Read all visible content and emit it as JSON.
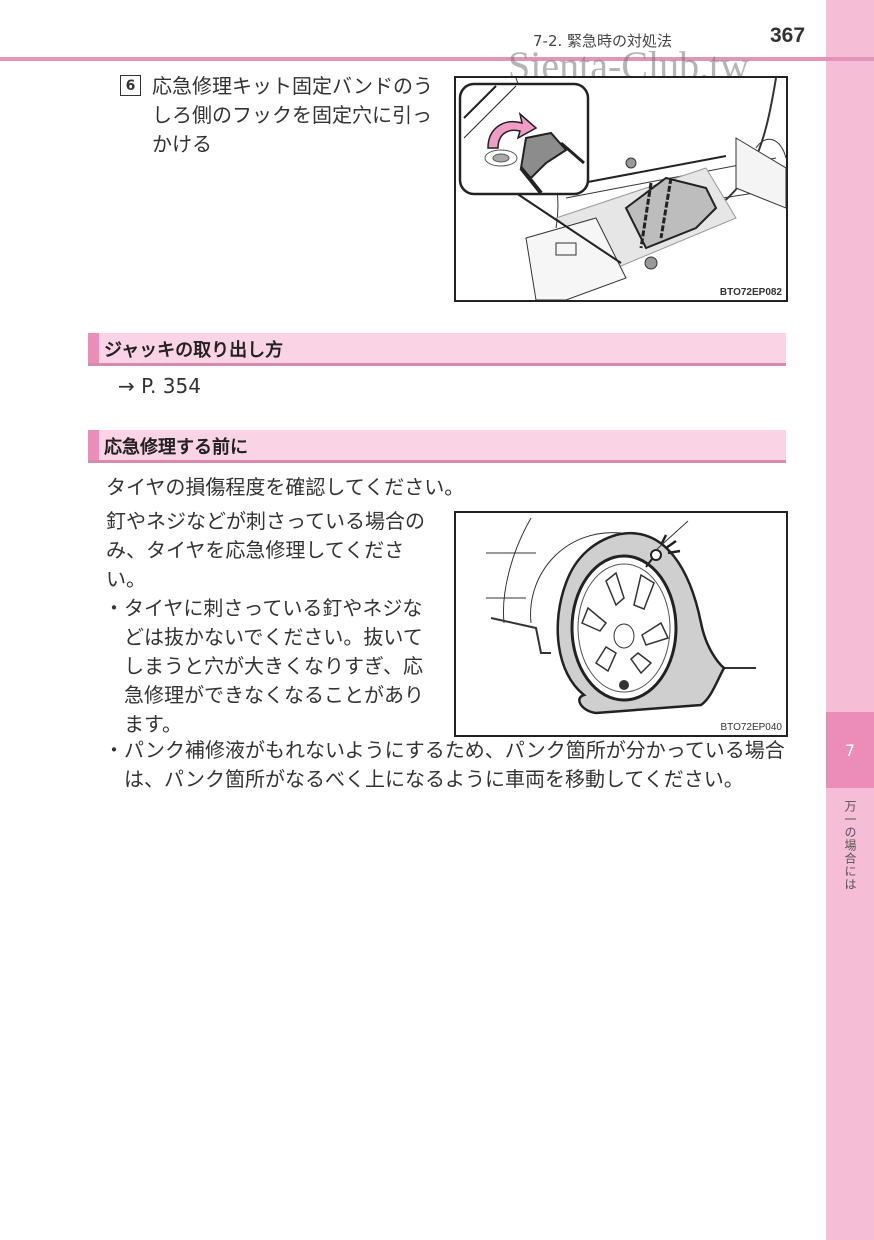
{
  "header": {
    "section": "7-2. 緊急時の対処法",
    "page_number": "367",
    "watermark": "Sienta-Club.tw"
  },
  "side_tab": {
    "chapter_number": "7",
    "chapter_title": "万一の場合には",
    "colors": {
      "strip": "#f5bdd6",
      "tab": "#ec8cb8"
    }
  },
  "step6": {
    "number": "6",
    "text": "応急修理キット固定バンドのうしろ側のフックを固定穴に引っかける",
    "figure_caption": "BTO72EP082"
  },
  "sections": [
    {
      "title": "ジャッキの取り出し方",
      "ref": "→ P. 354"
    },
    {
      "title": "応急修理する前に",
      "intro": "タイヤの損傷程度を確認してください。",
      "para": "釘やネジなどが刺さっている場合のみ、タイヤを応急修理してください。",
      "bullets": [
        "タイヤに刺さっている釘やネジなどは抜かないでください。抜いてしまうと穴が大きくなりすぎ、応急修理ができなくなることがあります。",
        "パンク補修液がもれないようにするため、パンク箇所が分かっている場合は、パンク箇所がなるべく上になるように車両を移動してください。"
      ],
      "figure_caption": "BTO72EP040"
    }
  ],
  "bullet_mark": "・"
}
